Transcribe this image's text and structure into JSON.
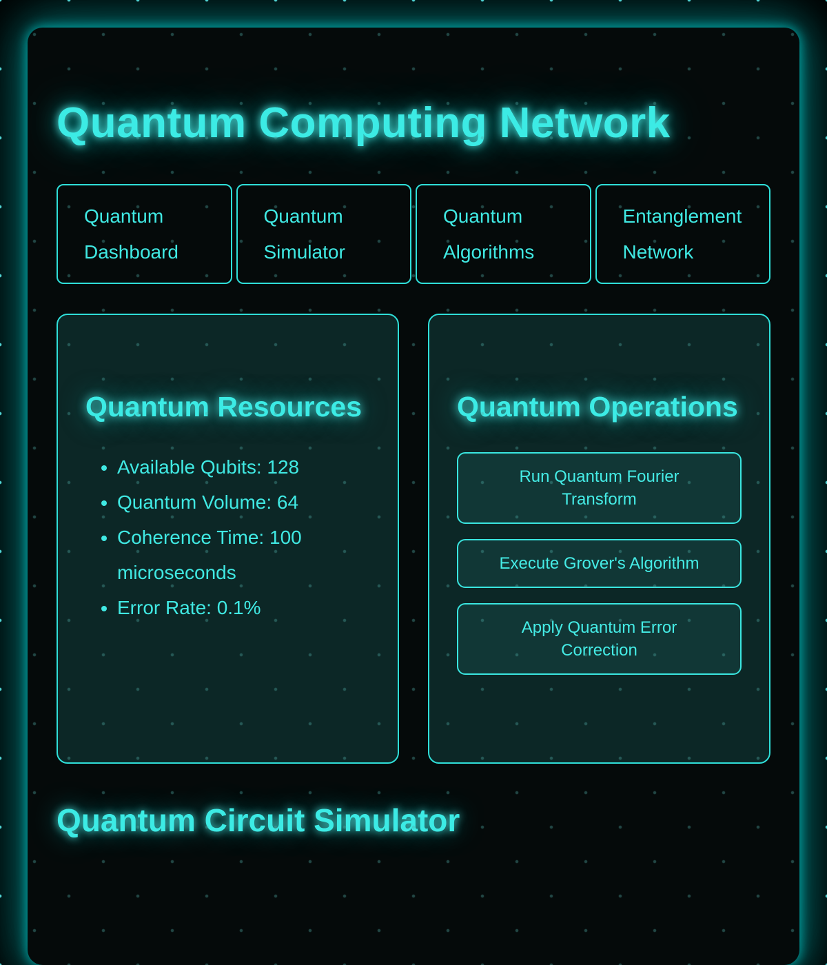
{
  "header": {
    "title": "Quantum Computing Network"
  },
  "nav": {
    "items": [
      "Quantum Dashboard",
      "Quantum Simulator",
      "Quantum Algorithms",
      "Entanglement Network"
    ]
  },
  "resources": {
    "title": "Quantum Resources",
    "items": [
      "Available Qubits: 128",
      "Quantum Volume: 64",
      "Coherence Time: 100 microseconds",
      "Error Rate: 0.1%"
    ]
  },
  "operations": {
    "title": "Quantum Operations",
    "buttons": [
      "Run Quantum Fourier Transform",
      "Execute Grover's Algorithm",
      "Apply Quantum Error Correction"
    ]
  },
  "sections": {
    "circuit_simulator": "Quantum Circuit Simulator"
  },
  "colors": {
    "accent_text": "#40e9e3",
    "heading_glow": "#3cebe5",
    "border": "#2fdfd9",
    "panel_background": "#0c2726",
    "operation_button_background": "#113736",
    "container_background": "#050a0a",
    "page_background": "#000000"
  }
}
